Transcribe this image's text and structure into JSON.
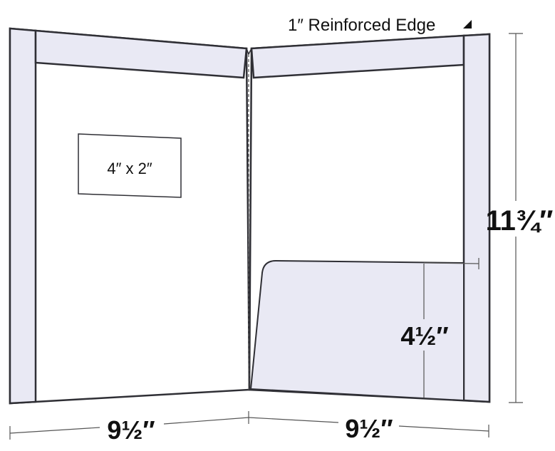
{
  "labels": {
    "reinforced_edge": "1″ Reinforced Edge",
    "card_slot": "4″ x 2″",
    "height": "11¾″",
    "pocket_height": "4½″",
    "left_width": "9½″",
    "right_width": "9½″"
  },
  "colors": {
    "stroke": "#2f2f35",
    "reinforced_fill": "#e9e9f4",
    "pocket_fill": "#e9e9f4",
    "panel_fill": "#ffffff"
  },
  "icons": {
    "reinforced_edge_marker": "triangle-pointer-icon"
  }
}
